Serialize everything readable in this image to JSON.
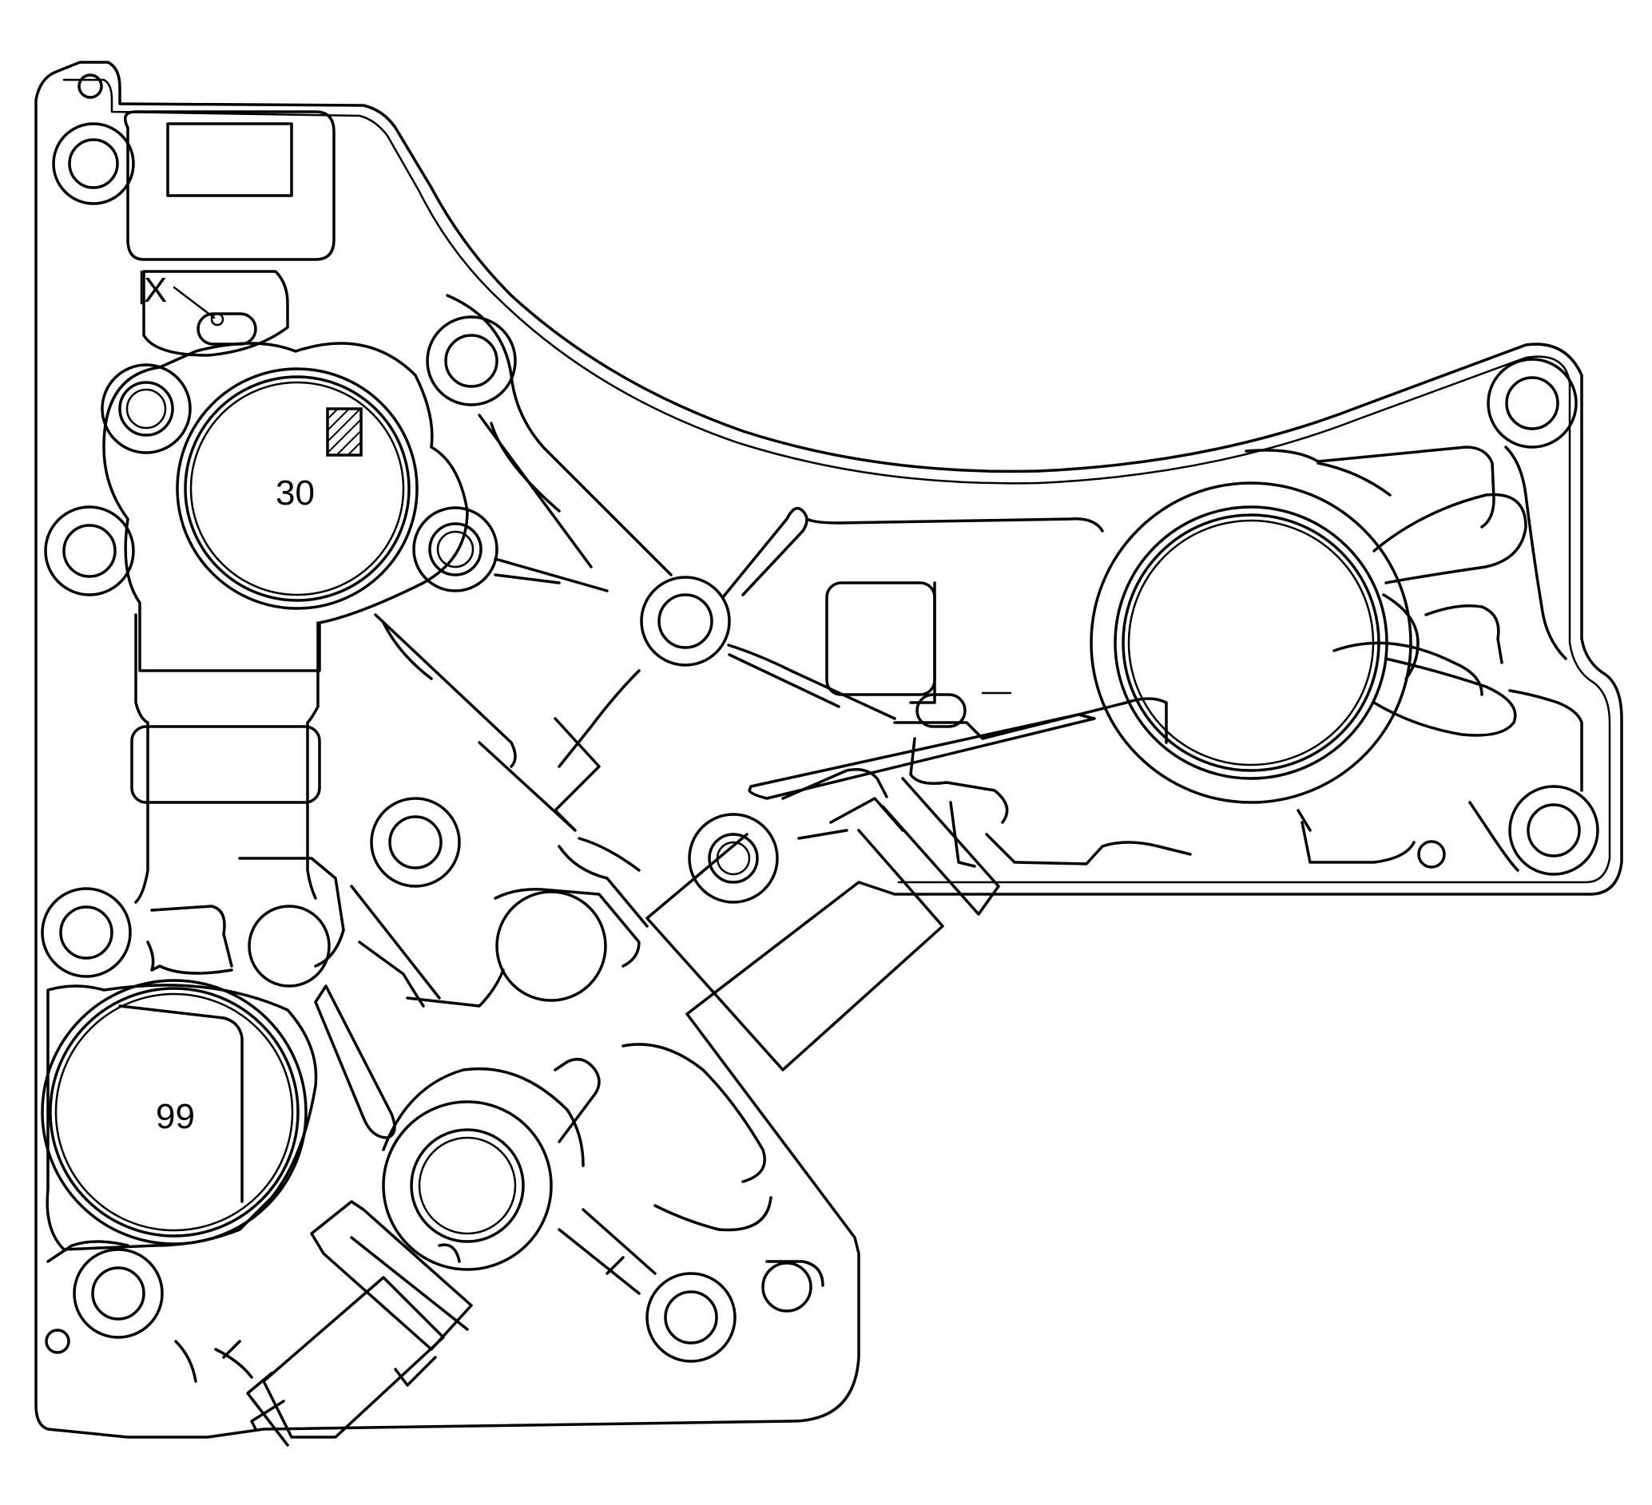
{
  "diagram": {
    "labels": {
      "port_30": "30",
      "port_99": "99",
      "marker_x": "X"
    },
    "colors": {
      "line": "#000000",
      "background": "#ffffff"
    }
  }
}
